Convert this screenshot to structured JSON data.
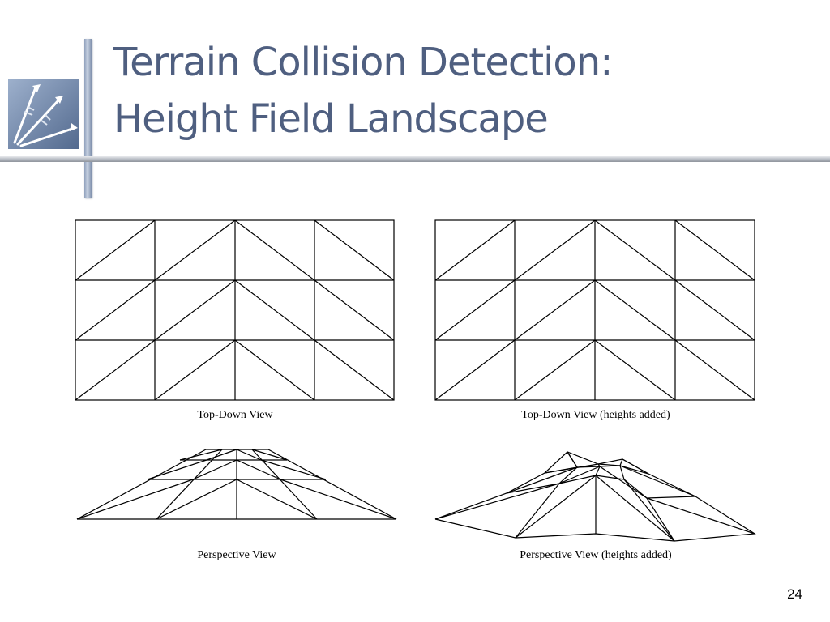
{
  "slide": {
    "title_line1": "Terrain Collision Detection:",
    "title_line2": "Height Field Landscape",
    "page_number": "24"
  },
  "figure": {
    "caption_topdown": "Top-Down View",
    "caption_topdown_heights": "Top-Down View (heights added)",
    "caption_perspective": "Perspective View",
    "caption_perspective_heights": "Perspective View (heights added)"
  },
  "colors": {
    "title": "#4f5f80",
    "accent_bar": "#8fa0bc",
    "logo_bg": "#6e86a8"
  },
  "icons": [
    "arrows-logo-icon"
  ]
}
